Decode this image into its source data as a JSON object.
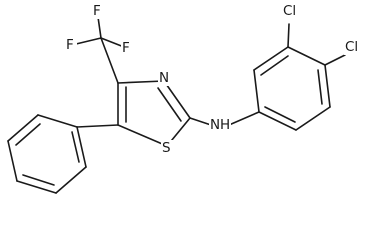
{
  "molecule": {
    "atom_labels": {
      "f1": "F",
      "f2": "F",
      "f3": "F",
      "n_ring": "N",
      "s_ring": "S",
      "nh": "N",
      "h": "H",
      "cl1": "Cl",
      "cl2": "Cl"
    }
  }
}
